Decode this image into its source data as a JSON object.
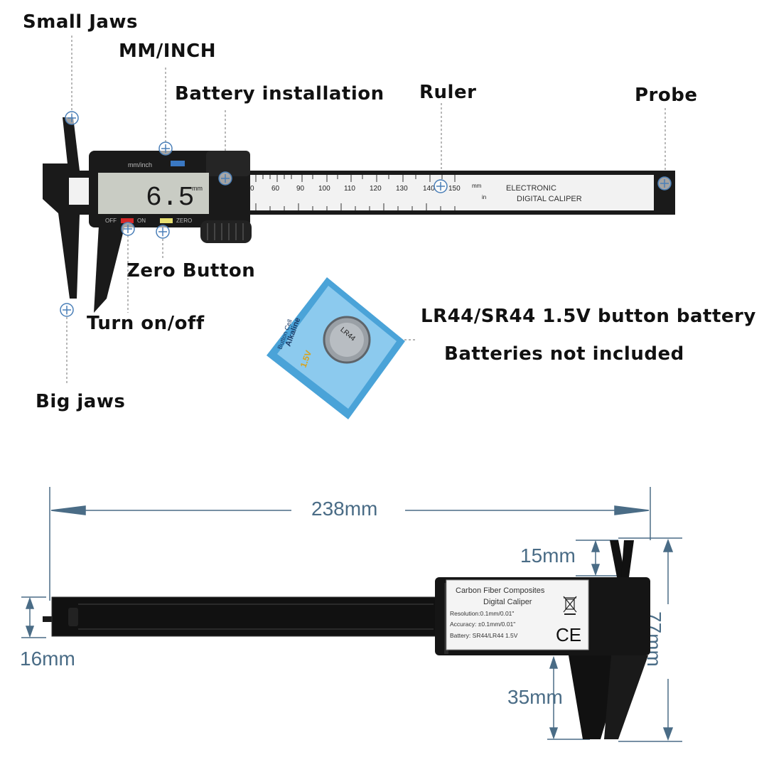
{
  "callouts": {
    "small_jaws": "Small Jaws",
    "mm_inch": "MM/INCH",
    "battery_installation": "Battery installation",
    "ruler": "Ruler",
    "probe": "Probe",
    "zero_button": "Zero Button",
    "turn_on_off": "Turn on/off",
    "big_jaws": "Big jaws",
    "battery_type": "LR44/SR44 1.5V button battery",
    "batteries_note": "Batteries not included"
  },
  "caliper": {
    "lcd_reading": "6.5",
    "lcd_unit": "mm",
    "mode_label": "mm/inch",
    "off_label": "OFF",
    "on_label": "ON",
    "zero_label": "ZERO",
    "scale_unit_mm": "mm",
    "scale_unit_in": "in",
    "scale_marks": [
      "0",
      "60",
      "90",
      "100",
      "110",
      "120",
      "130",
      "140",
      "150"
    ],
    "brand_line1": "ELECTRONIC",
    "brand_line2": "DIGITAL CALIPER"
  },
  "battery_pack": {
    "text1": "Alkaline",
    "text2": "Button Cell",
    "text3": "1.5V",
    "coin_text": "LR44"
  },
  "dimensions": {
    "length": "238mm",
    "small_jaw": "15mm",
    "big_jaw": "35mm",
    "height": "77mm",
    "thickness": "16mm"
  },
  "spec_label": {
    "line1": "Carbon Fiber Composites",
    "line2": "Digital Caliper",
    "line3": "Resolution:0.1mm/0.01\"",
    "line4": "Accuracy: ±0.1mm/0.01\"",
    "line5": "Battery: SR44/LR44 1.5V",
    "ce_mark": "CE"
  },
  "colors": {
    "body": "#1a1a1a",
    "dim_blue": "#4a6c86",
    "lcd": "#c9ccc4",
    "ruler": "#f2f2f2"
  }
}
